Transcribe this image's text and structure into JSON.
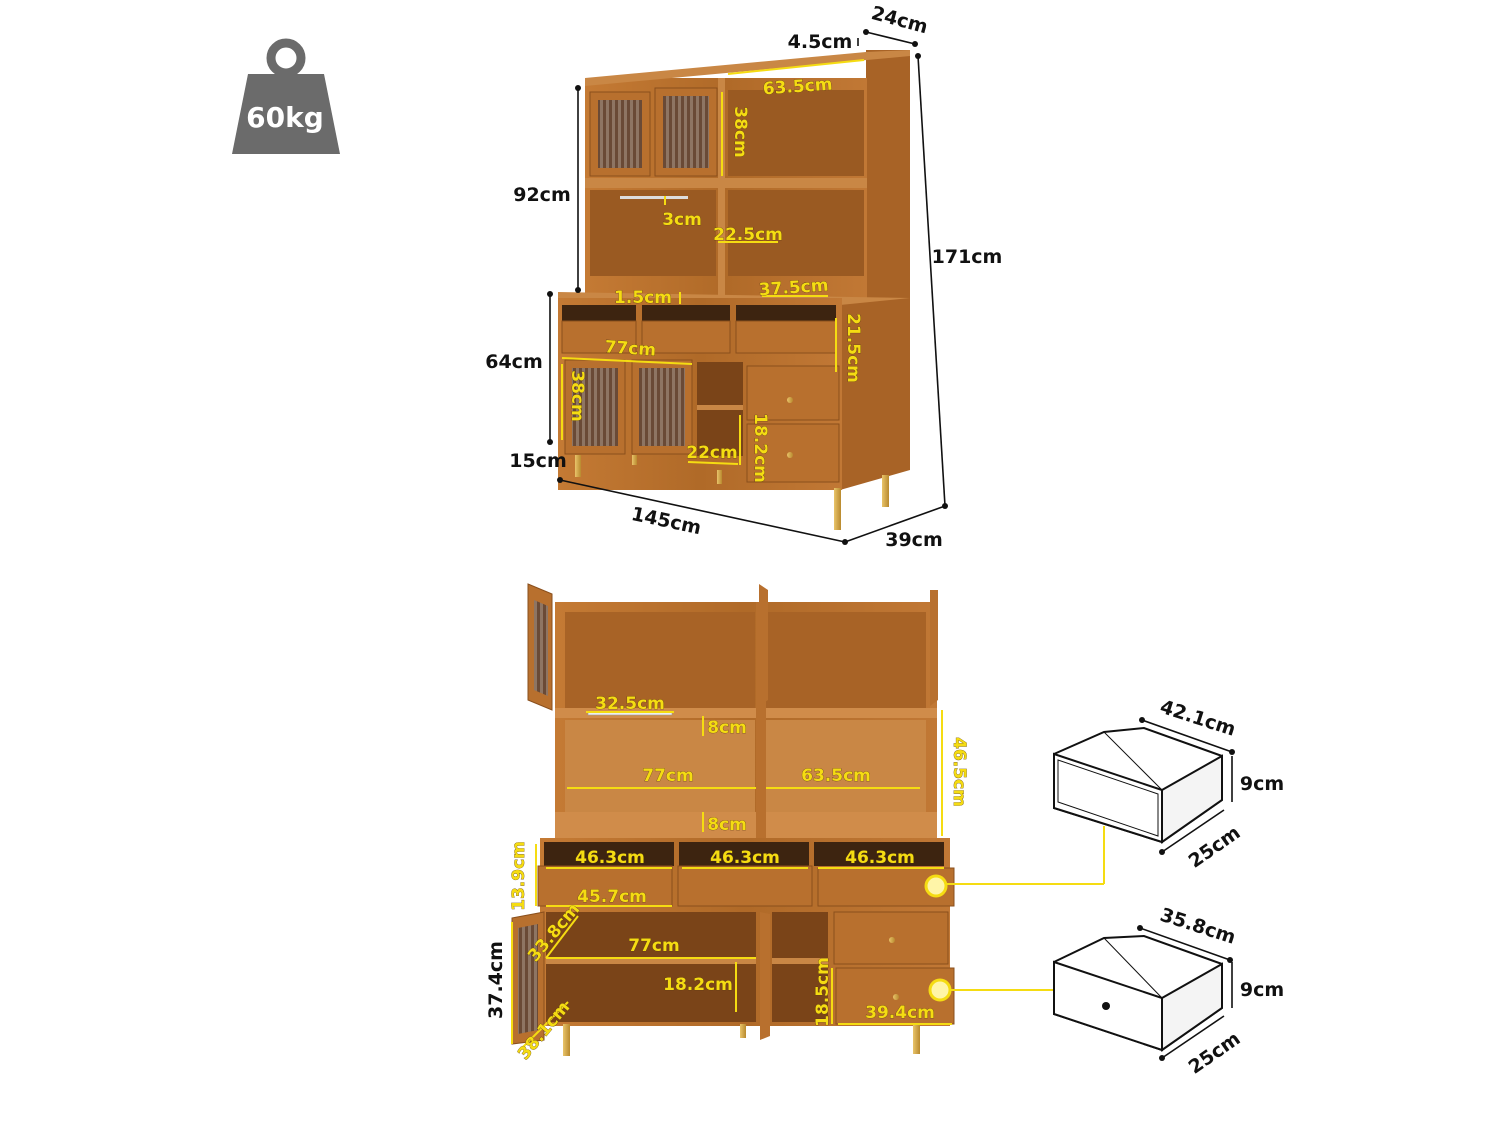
{
  "weight": {
    "label": "60kg"
  },
  "top_view": {
    "overall_dims": {
      "depth_top": "24cm",
      "top_thickness": "4.5cm",
      "height_total": "171cm",
      "height_hutch": "92cm",
      "height_base": "64cm",
      "leg_height": "15cm",
      "width": "145cm",
      "depth_base": "39cm"
    },
    "inner_dims": {
      "open_shelf_width": "63.5cm",
      "door_height": "38cm",
      "rod_gap": "3cm",
      "shelf_gap": "22.5cm",
      "gap_small": "1.5cm",
      "drawer_width": "37.5cm",
      "drawer_height": "21.5cm",
      "cabinet_width": "77cm",
      "cabinet_door_height": "38cm",
      "cube_height": "18.2cm",
      "cube_width": "22cm"
    }
  },
  "open_view": {
    "inner_dims": {
      "rod_length": "32.5cm",
      "rod_drop": "8cm",
      "hutch_open_height": "46.5cm",
      "left_open_width": "77cm",
      "right_open_width": "63.5cm",
      "counter_gap": "8cm",
      "drawer1_width": "46.3cm",
      "drawer2_width": "46.3cm",
      "drawer3_width": "46.3cm",
      "drawer_front_height": "13.9cm",
      "drawer_front_width": "45.7cm",
      "shelf_depth": "33.8cm",
      "cabinet_width": "77cm",
      "door_height": "37.4cm",
      "compartment_height": "18.2cm",
      "door_width": "38.1cm",
      "side_drawer_height": "18.5cm",
      "side_drawer_width": "39.4cm"
    }
  },
  "drawer_detail_1": {
    "width": "42.1cm",
    "height": "9cm",
    "depth": "25cm"
  },
  "drawer_detail_2": {
    "width": "35.8cm",
    "height": "9cm",
    "depth": "25cm"
  },
  "colors": {
    "wood": "#b8702e",
    "wood_dark": "#8a4f1c",
    "label_yellow": "#f5dc12",
    "weight_icon": "#6b6b6b"
  }
}
